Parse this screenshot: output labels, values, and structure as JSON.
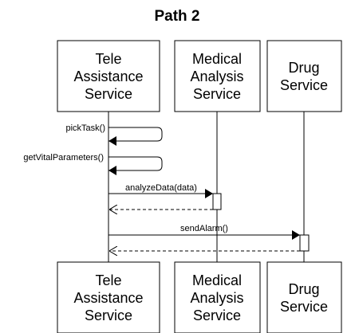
{
  "diagram": {
    "title": "Path 2",
    "participants": [
      {
        "id": "tele",
        "lines": [
          "Tele",
          "Assistance",
          "Service"
        ]
      },
      {
        "id": "medical",
        "lines": [
          "Medical",
          "Analysis",
          "Service"
        ]
      },
      {
        "id": "drug",
        "lines": [
          "Drug",
          "Service"
        ]
      }
    ],
    "messages": [
      {
        "label": "pickTask()",
        "from": "tele",
        "to": "tele",
        "kind": "self"
      },
      {
        "label": "getVitalParameters()",
        "from": "tele",
        "to": "tele",
        "kind": "self"
      },
      {
        "label": "analyzeData(data)",
        "from": "tele",
        "to": "medical",
        "kind": "call"
      },
      {
        "label": "",
        "from": "medical",
        "to": "tele",
        "kind": "return"
      },
      {
        "label": "sendAlarm()",
        "from": "tele",
        "to": "drug",
        "kind": "call"
      },
      {
        "label": "",
        "from": "drug",
        "to": "tele",
        "kind": "return"
      }
    ]
  }
}
